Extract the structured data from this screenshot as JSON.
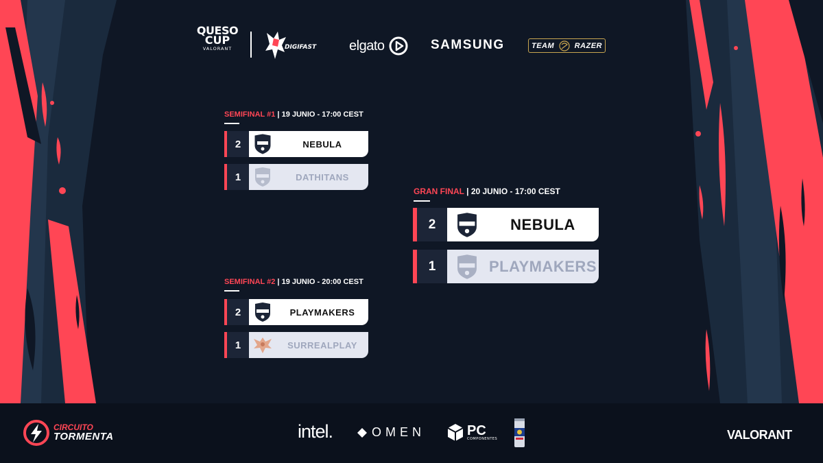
{
  "colors": {
    "accent": "#ff4655",
    "background": "#0f1725",
    "score_bg": "#1c2537"
  },
  "sponsors_top": {
    "queso_line1": "QUESO",
    "queso_line2": "CUP",
    "queso_line3": "VALORANT",
    "digifast": "DIGIFAST",
    "elgato": "elgato",
    "samsung": "SAMSUNG",
    "razer_left": "TEAM",
    "razer_right": "RAZER"
  },
  "semifinal1": {
    "label": "SEMIFINAL #1",
    "separator": " | ",
    "when": "19 JUNIO - 17:00 CEST",
    "teams": [
      {
        "score": "2",
        "name": "NEBULA",
        "logo": "nebula-shield-icon",
        "winner": true
      },
      {
        "score": "1",
        "name": "DATHITANS",
        "logo": "playmakers-shield-icon",
        "winner": false
      }
    ]
  },
  "semifinal2": {
    "label": "SEMIFINAL #2",
    "separator": " | ",
    "when": "19 JUNIO - 20:00 CEST",
    "teams": [
      {
        "score": "2",
        "name": "PLAYMAKERS",
        "logo": "nebula-shield-icon",
        "winner": true
      },
      {
        "score": "1",
        "name": "SURREALPLAY",
        "logo": "surrealplay-phoenix-icon",
        "winner": false
      }
    ]
  },
  "grand_final": {
    "label": "GRAN FINAL",
    "separator": " | ",
    "when": "20 JUNIO - 17:00 CEST",
    "teams": [
      {
        "score": "2",
        "name": "NEBULA",
        "logo": "nebula-shield-icon",
        "winner": true
      },
      {
        "score": "1",
        "name": "PLAYMAKERS",
        "logo": "playmakers-shield-icon",
        "winner": false
      }
    ]
  },
  "sponsors_bottom": {
    "circuito_line1": "CIRCUITO",
    "circuito_line2": "TORMENTA",
    "intel": "intel.",
    "omen": "OMEN",
    "pc_main": "PC",
    "pc_sub": "COMPONENTES",
    "valorant": "VALORANT"
  }
}
